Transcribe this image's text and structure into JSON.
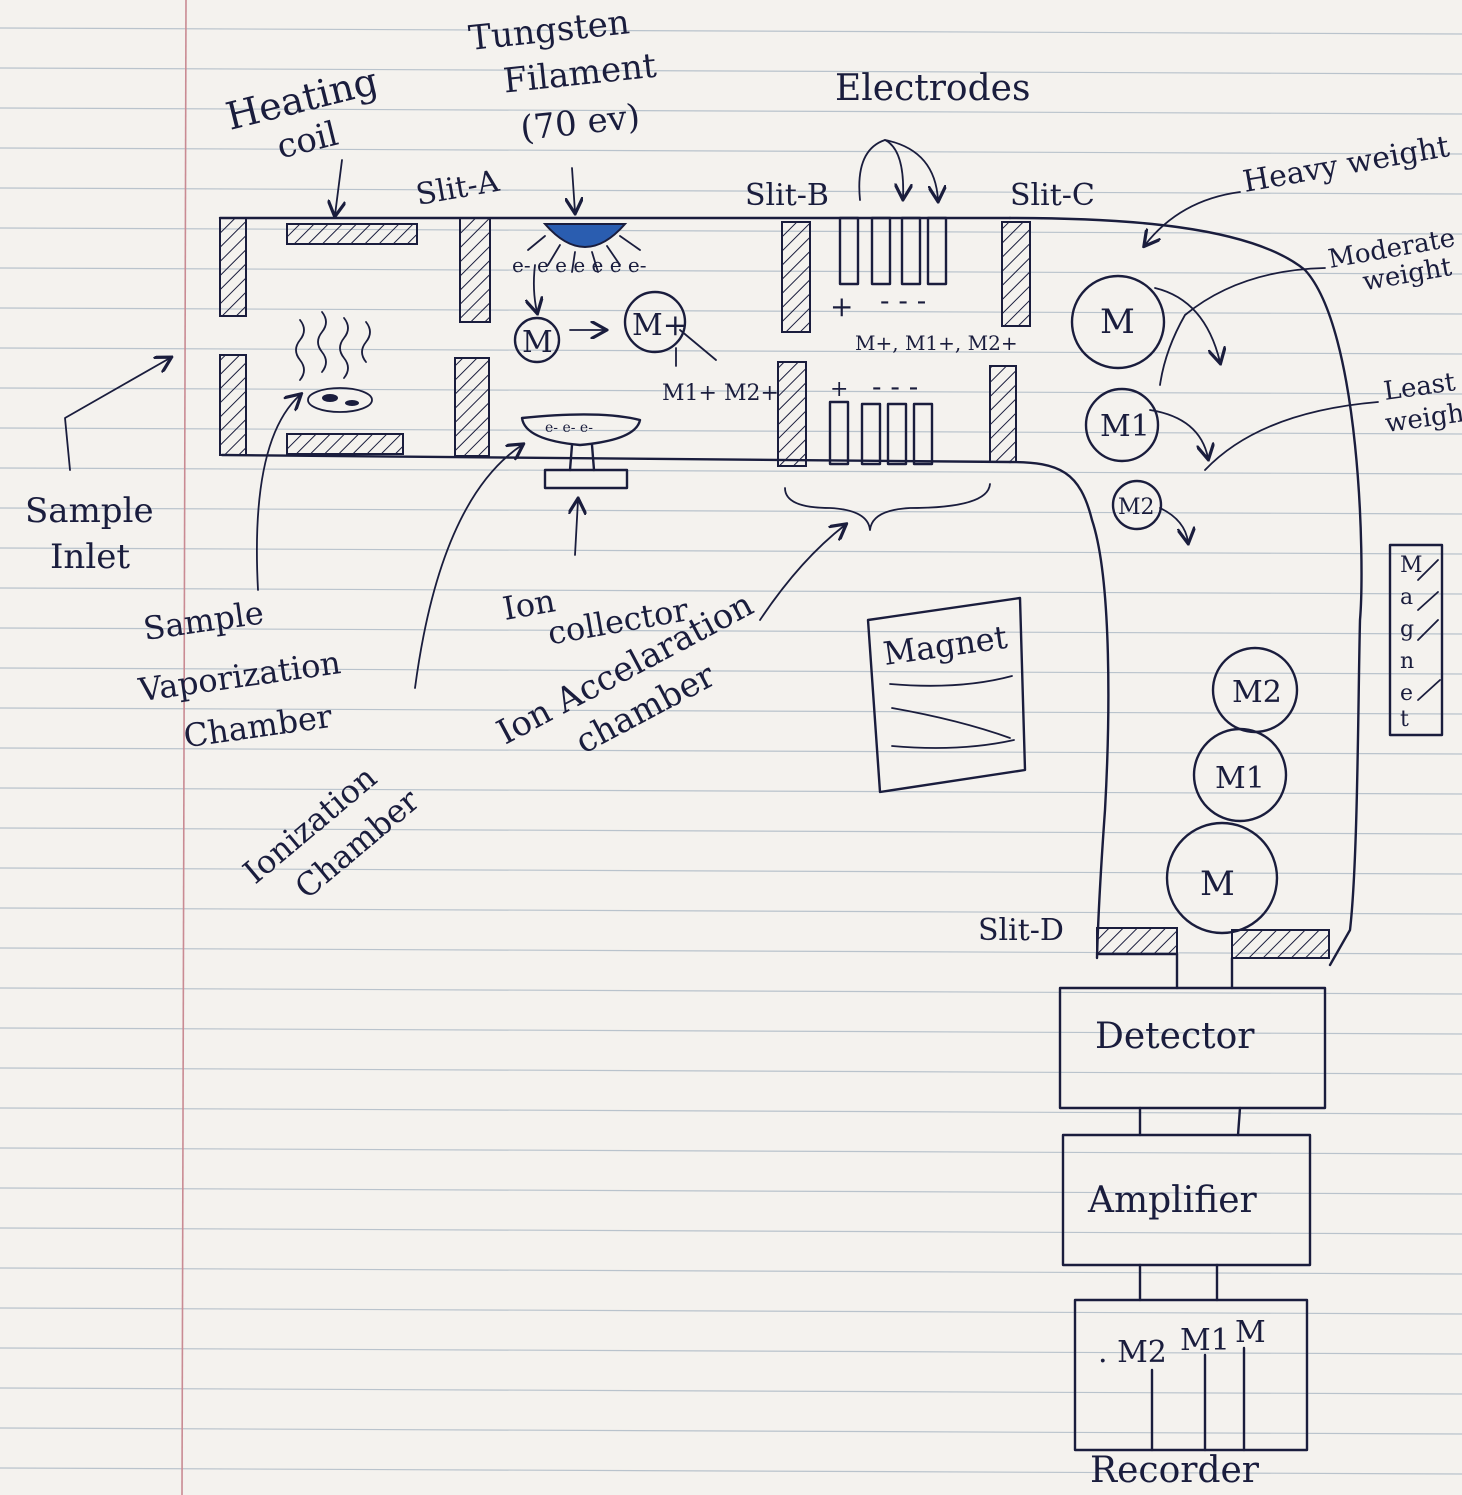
{
  "labels": {
    "heating_coil": [
      "Heating",
      "coil"
    ],
    "tungsten_filament": [
      "Tungsten",
      "Filament",
      "(70 ev)"
    ],
    "electrodes": "Electrodes",
    "slit_a": "Slit-A",
    "slit_b": "Slit-B",
    "slit_c": "Slit-C",
    "slit_d": "Slit-D",
    "heavy_weight": "Heavy weight",
    "moderate_weight": [
      "Moderate",
      "weight"
    ],
    "least_weight": [
      "Least",
      "weight"
    ],
    "sample_inlet": [
      "Sample",
      "Inlet"
    ],
    "sample_vaporization_chamber": [
      "Sample",
      "Vaporization",
      "Chamber"
    ],
    "ionization_chamber": [
      "Ionization",
      "Chamber"
    ],
    "ion_collector": [
      "Ion",
      "collector"
    ],
    "ion_acceleration_chamber": [
      "Ion Accelaration",
      "chamber"
    ],
    "magnet": "Magnet",
    "magnet_side": [
      "M",
      "a",
      "g",
      "n",
      "e",
      "t"
    ],
    "detector": "Detector",
    "amplifier": "Amplifier",
    "recorder": "Recorder"
  },
  "ions": {
    "molecule": "M",
    "molecular_ion": "M+",
    "fragments": "M1+ M2+",
    "accelerated": "M+, M1+, M2+",
    "electrons": "e- e e e e e e-",
    "collector_electrons": "e- e- e-",
    "plus_sign": "+",
    "minus_signs": "- - -",
    "heavy": "M",
    "moderate": "M1",
    "least": "M2",
    "stream": [
      "M2",
      "M1",
      "M"
    ],
    "recorder_peaks": [
      ". M2",
      "M1",
      "M"
    ]
  },
  "colors": {
    "ink": "#1a1d3d",
    "filament": "#2a5db0",
    "paper": "#f4f2ee",
    "rule": "#b9c3cc",
    "margin": "#c98b93"
  }
}
